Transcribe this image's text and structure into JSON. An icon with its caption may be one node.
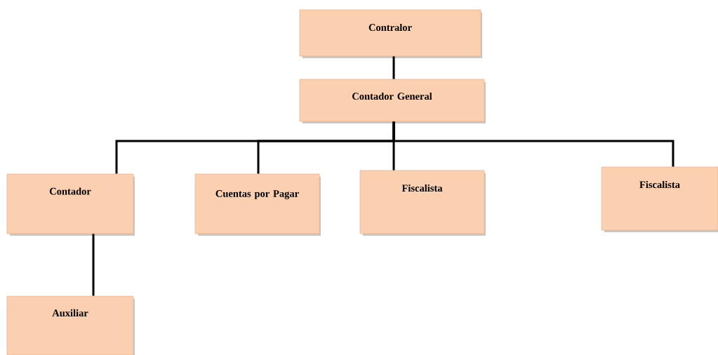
{
  "diagram": {
    "nodes": [
      {
        "text": [
          "Contralor"
        ]
      },
      {
        "text": [
          "Contador General"
        ]
      },
      {
        "text": [
          "Contador"
        ]
      },
      {
        "text": [
          "Cuentas por Pagar"
        ]
      },
      {
        "text": [
          "Fiscalista"
        ]
      },
      {
        "text": [
          "Fiscalista"
        ]
      },
      {
        "text": [
          "Auxiliar"
        ]
      }
    ],
    "edges": [
      {
        "from": 0,
        "to": 1,
        "arrow": "none"
      },
      {
        "from": 1,
        "to": 2,
        "arrow": "none"
      },
      {
        "from": 1,
        "to": 3,
        "arrow": "none"
      },
      {
        "from": 1,
        "to": 4,
        "arrow": "none"
      },
      {
        "from": 1,
        "to": 5,
        "arrow": "none"
      },
      {
        "from": 2,
        "to": 6,
        "arrow": "none"
      }
    ]
  }
}
